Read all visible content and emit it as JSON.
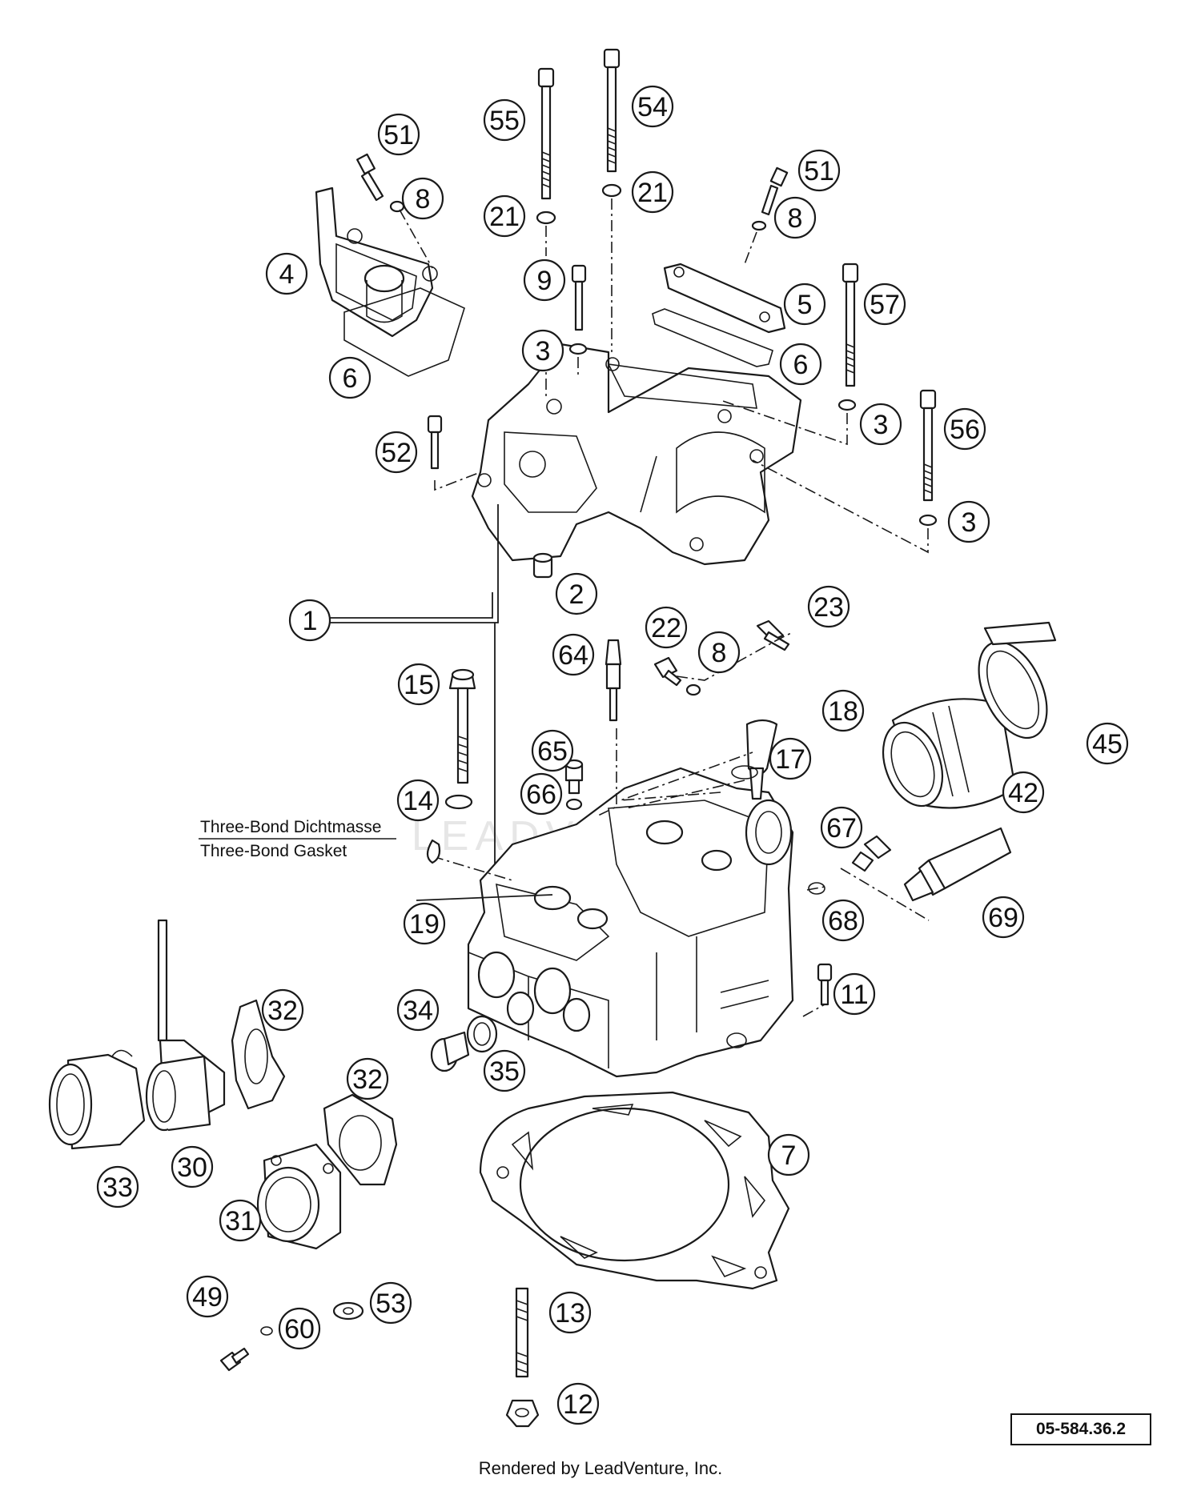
{
  "diagram": {
    "watermark": "LEADVENTURE",
    "note_line1": "Three-Bond Dichtmasse",
    "note_line2": "Three-Bond Gasket",
    "reference_code": "05-584.36.2",
    "footer": "Rendered by LeadVenture, Inc."
  },
  "callouts": [
    {
      "id": "c51a",
      "label": "51"
    },
    {
      "id": "c8a",
      "label": "8"
    },
    {
      "id": "c4",
      "label": "4"
    },
    {
      "id": "c6a",
      "label": "6"
    },
    {
      "id": "c55",
      "label": "55"
    },
    {
      "id": "c54",
      "label": "54"
    },
    {
      "id": "c21a",
      "label": "21"
    },
    {
      "id": "c21b",
      "label": "21"
    },
    {
      "id": "c9",
      "label": "9"
    },
    {
      "id": "c3a",
      "label": "3"
    },
    {
      "id": "c51b",
      "label": "51"
    },
    {
      "id": "c8b",
      "label": "8"
    },
    {
      "id": "c5",
      "label": "5"
    },
    {
      "id": "c6b",
      "label": "6"
    },
    {
      "id": "c57",
      "label": "57"
    },
    {
      "id": "c3b",
      "label": "3"
    },
    {
      "id": "c56",
      "label": "56"
    },
    {
      "id": "c3c",
      "label": "3"
    },
    {
      "id": "c52",
      "label": "52"
    },
    {
      "id": "c2",
      "label": "2"
    },
    {
      "id": "c1",
      "label": "1"
    },
    {
      "id": "c23",
      "label": "23"
    },
    {
      "id": "c22",
      "label": "22"
    },
    {
      "id": "c8c",
      "label": "8"
    },
    {
      "id": "c64",
      "label": "64"
    },
    {
      "id": "c15",
      "label": "15"
    },
    {
      "id": "c65",
      "label": "65"
    },
    {
      "id": "c18",
      "label": "18"
    },
    {
      "id": "c17",
      "label": "17"
    },
    {
      "id": "c45",
      "label": "45"
    },
    {
      "id": "c42",
      "label": "42"
    },
    {
      "id": "c66",
      "label": "66"
    },
    {
      "id": "c14",
      "label": "14"
    },
    {
      "id": "c67",
      "label": "67"
    },
    {
      "id": "c68",
      "label": "68"
    },
    {
      "id": "c69",
      "label": "69"
    },
    {
      "id": "c19",
      "label": "19"
    },
    {
      "id": "c11",
      "label": "11"
    },
    {
      "id": "c32a",
      "label": "32"
    },
    {
      "id": "c34",
      "label": "34"
    },
    {
      "id": "c35",
      "label": "35"
    },
    {
      "id": "c32b",
      "label": "32"
    },
    {
      "id": "c7",
      "label": "7"
    },
    {
      "id": "c30",
      "label": "30"
    },
    {
      "id": "c33",
      "label": "33"
    },
    {
      "id": "c31",
      "label": "31"
    },
    {
      "id": "c49",
      "label": "49"
    },
    {
      "id": "c53",
      "label": "53"
    },
    {
      "id": "c60",
      "label": "60"
    },
    {
      "id": "c13",
      "label": "13"
    },
    {
      "id": "c12",
      "label": "12"
    }
  ]
}
